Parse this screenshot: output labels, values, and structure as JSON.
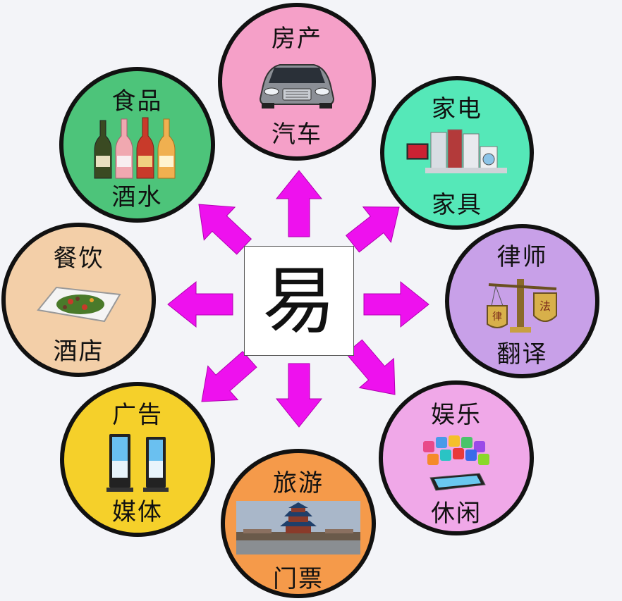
{
  "center": {
    "label": "易",
    "color": "#ffffff"
  },
  "arrow_color": "#ee11ee",
  "nodes": [
    {
      "key": "realty",
      "top": "房产",
      "bottom": "汽车",
      "color": "#f5a0c8",
      "icon": "car-icon"
    },
    {
      "key": "appliance",
      "top": "家电",
      "bottom": "家具",
      "color": "#55e8b8",
      "icon": "appliances-icon"
    },
    {
      "key": "lawyer",
      "top": "律师",
      "bottom": "翻译",
      "color": "#c8a0e8",
      "icon": "scales-icon"
    },
    {
      "key": "fun",
      "top": "娱乐",
      "bottom": "休闲",
      "color": "#f0a8e8",
      "icon": "apps-phone-icon"
    },
    {
      "key": "travel",
      "top": "旅游",
      "bottom": "门票",
      "color": "#f59a4a",
      "icon": "temple-icon"
    },
    {
      "key": "ads",
      "top": "广告",
      "bottom": "媒体",
      "color": "#f5d02a",
      "icon": "kiosk-icon"
    },
    {
      "key": "dining",
      "top": "餐饮",
      "bottom": "酒店",
      "color": "#f3cfa8",
      "icon": "dish-icon"
    },
    {
      "key": "food",
      "top": "食品",
      "bottom": "酒水",
      "color": "#4dc47a",
      "icon": "bottles-icon"
    }
  ]
}
